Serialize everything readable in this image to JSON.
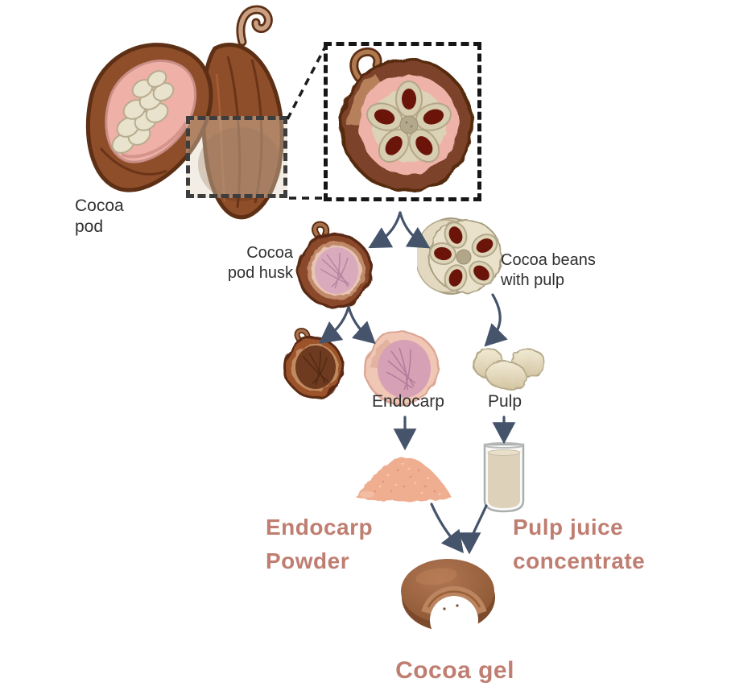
{
  "diagram": {
    "type": "process-flow",
    "subject": "Cocoa pod valorisation into cocoa gel",
    "labels": {
      "cocoa_pod": "Cocoa pod",
      "cocoa_pod_husk": "Cocoa pod husk",
      "cocoa_beans_with_pulp": "Cocoa beans with pulp",
      "endocarp": "Endocarp",
      "pulp": "Pulp",
      "endocarp_powder": "Endocarp Powder",
      "pulp_juice_concentrate": "Pulp juice concentrate",
      "cocoa_gel": "Cocoa gel"
    },
    "flow": [
      {
        "from": "Cocoa pod",
        "to": "Cocoa pod cross-section (zoom inset)"
      },
      {
        "from": "Cocoa pod cross-section",
        "to": "Cocoa pod husk"
      },
      {
        "from": "Cocoa pod cross-section",
        "to": "Cocoa beans with pulp"
      },
      {
        "from": "Cocoa pod husk",
        "to": "Husk shell (unlabeled)"
      },
      {
        "from": "Cocoa pod husk",
        "to": "Endocarp"
      },
      {
        "from": "Cocoa beans with pulp",
        "to": "Pulp"
      },
      {
        "from": "Endocarp",
        "to": "Endocarp Powder"
      },
      {
        "from": "Pulp",
        "to": "Pulp juice concentrate"
      },
      {
        "from": "Endocarp Powder",
        "to": "Cocoa gel"
      },
      {
        "from": "Pulp juice concentrate",
        "to": "Cocoa gel"
      }
    ],
    "icons": [
      "cocoa-pods-illustration",
      "pod-cross-section-illustration",
      "pod-husk-illustration",
      "beans-with-pulp-illustration",
      "husk-shell-illustration",
      "endocarp-illustration",
      "pulp-illustration",
      "powder-pile-illustration",
      "juice-glass-illustration",
      "cocoa-gel-illustration"
    ],
    "colors": {
      "product_label": "#bf7e71",
      "step_label": "#303030",
      "arrow": "#45546b",
      "dashed_box": "#161616",
      "pod_brown": "#8f4e2a",
      "pod_outline": "#5d2f14",
      "mesocarp_pink": "#efb2a9",
      "endocarp_cream": "#dcd2b8",
      "bean_dark_red": "#6b150a",
      "husk_interior_pink": "#d9aabc",
      "endocarp_piece_pink": "#d6a0b5",
      "pulp_cream": "#e8dfc6",
      "powder_salmon": "#efae90",
      "juice_beige": "#ddd1ba",
      "gel_brown": "#9a6140"
    }
  }
}
